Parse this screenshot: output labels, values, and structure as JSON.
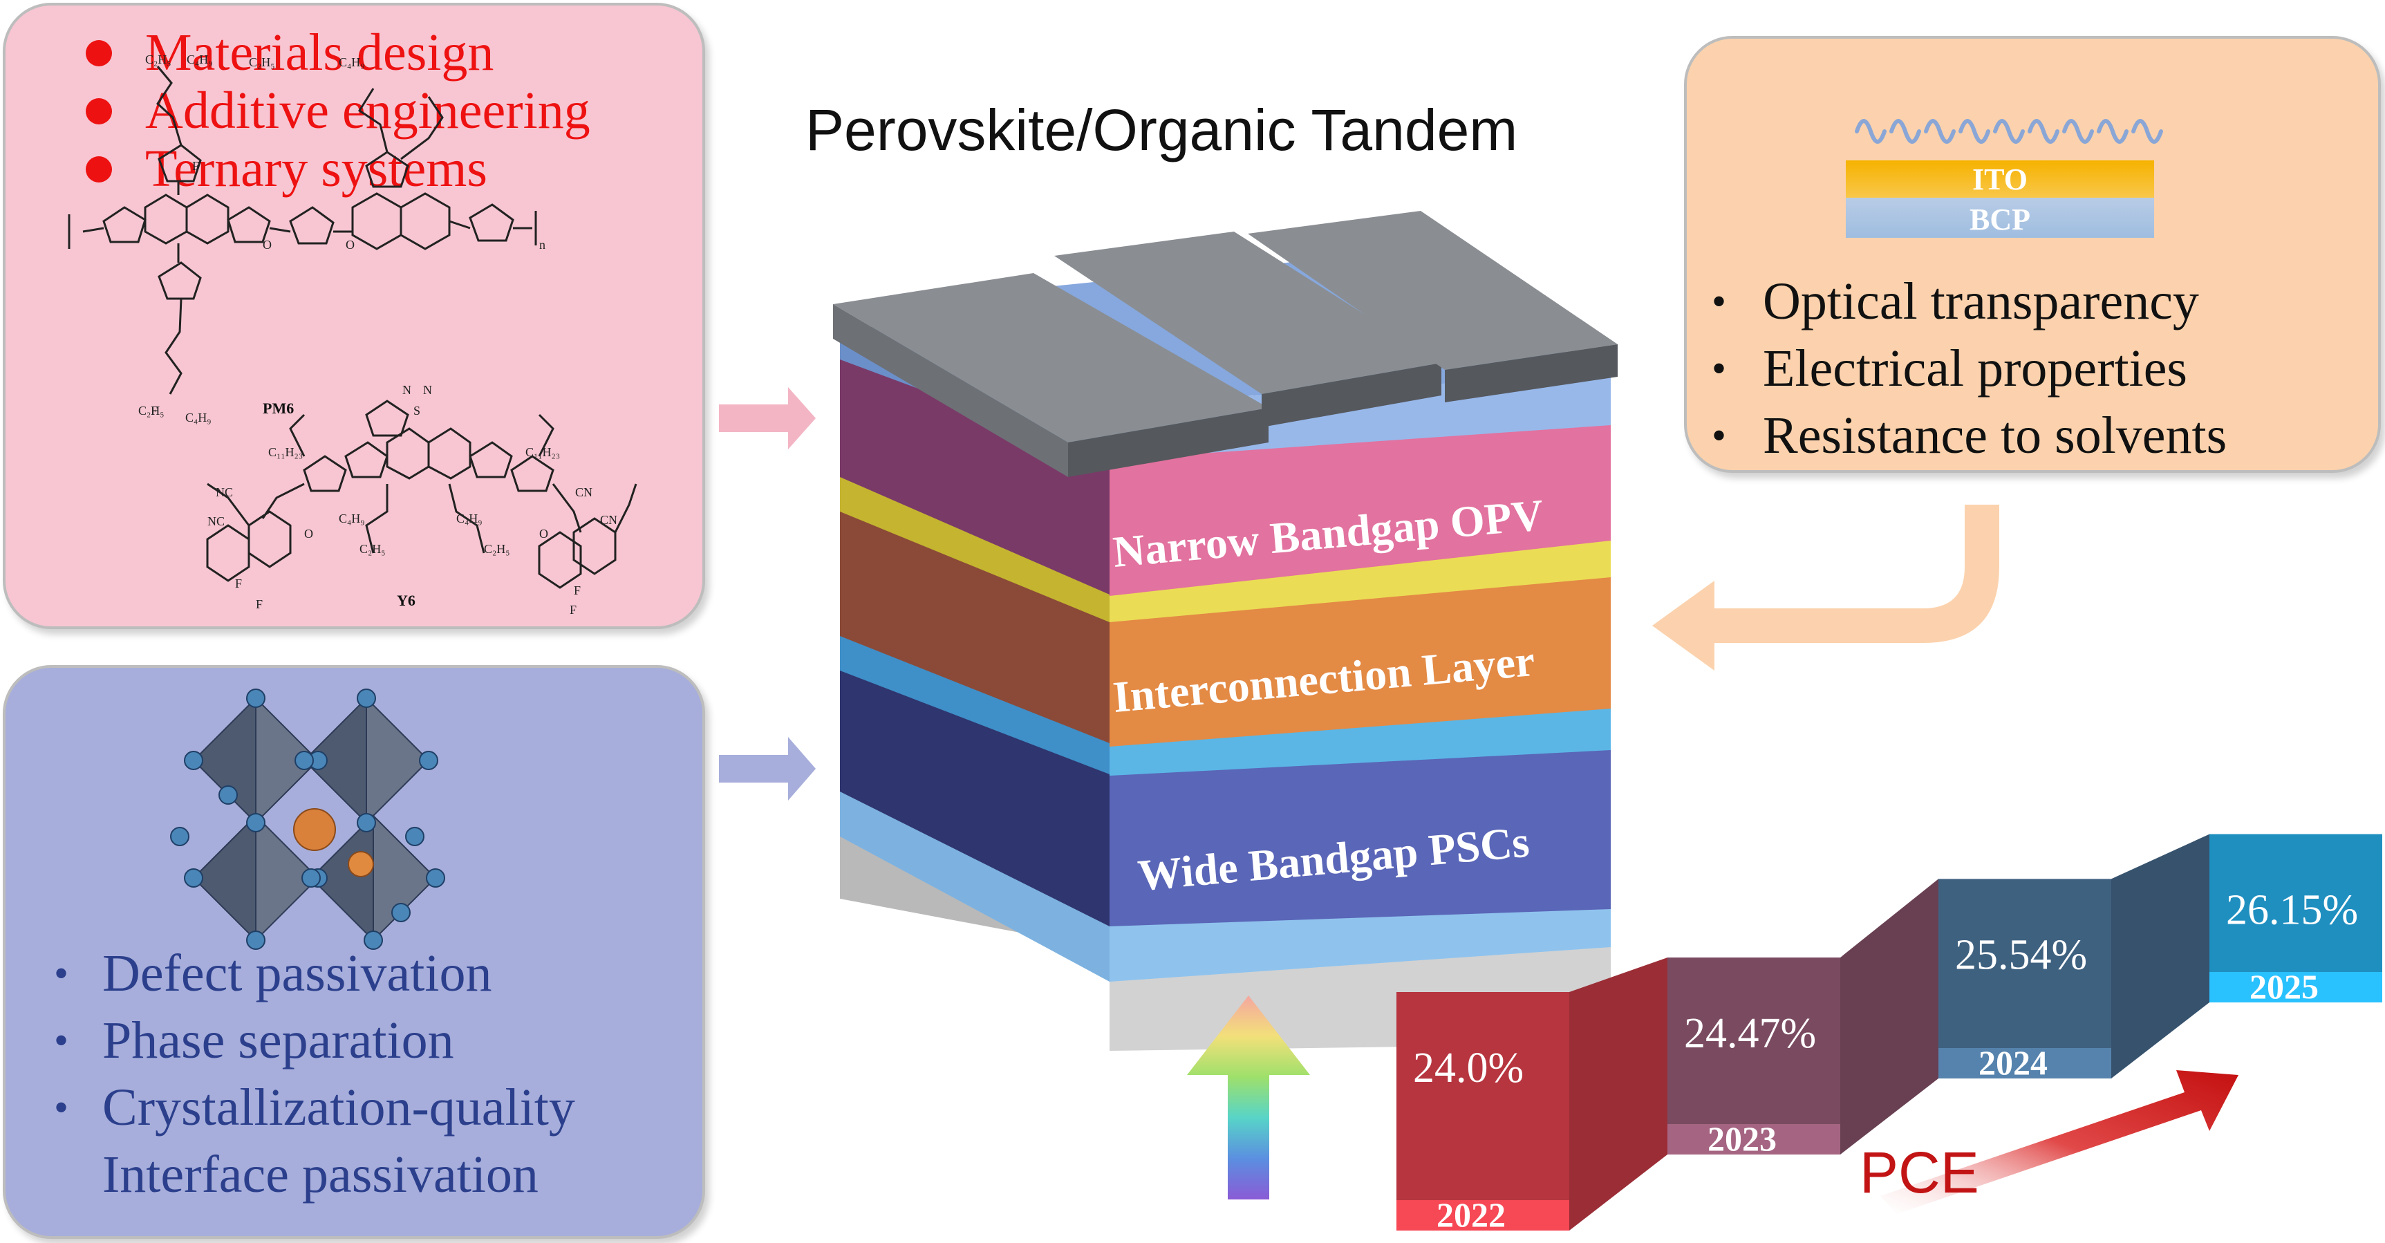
{
  "title": "Perovskite/Organic Tandem",
  "opv_panel": {
    "items": [
      "Materials design",
      "Additive engineering",
      "Ternary systems"
    ],
    "molecule_labels": [
      "PM6",
      "Y6"
    ]
  },
  "psc_panel": {
    "items": [
      "Defect passivation",
      "Phase separation",
      "Crystallization-quality",
      "Interface passivation"
    ]
  },
  "icl_panel": {
    "layer_labels": [
      "ITO",
      "BCP"
    ],
    "items": [
      "Optical transparency",
      "Electrical properties",
      "Resistance to solvents"
    ]
  },
  "stack_layers": {
    "top": "Narrow Bandgap OPV",
    "middle": "Interconnection Layer",
    "bottom": "Wide Bandgap PSCs"
  },
  "pce_label": "PCE",
  "chart_data": {
    "type": "bar",
    "categories": [
      "2022",
      "2023",
      "2024",
      "2025"
    ],
    "values": [
      24.0,
      24.47,
      25.54,
      26.15
    ],
    "value_labels": [
      "24.0%",
      "24.47%",
      "25.54%",
      "26.15%"
    ],
    "colors": [
      "#b6353f",
      "#7a4b60",
      "#3f6180",
      "#1f8fc0"
    ]
  }
}
